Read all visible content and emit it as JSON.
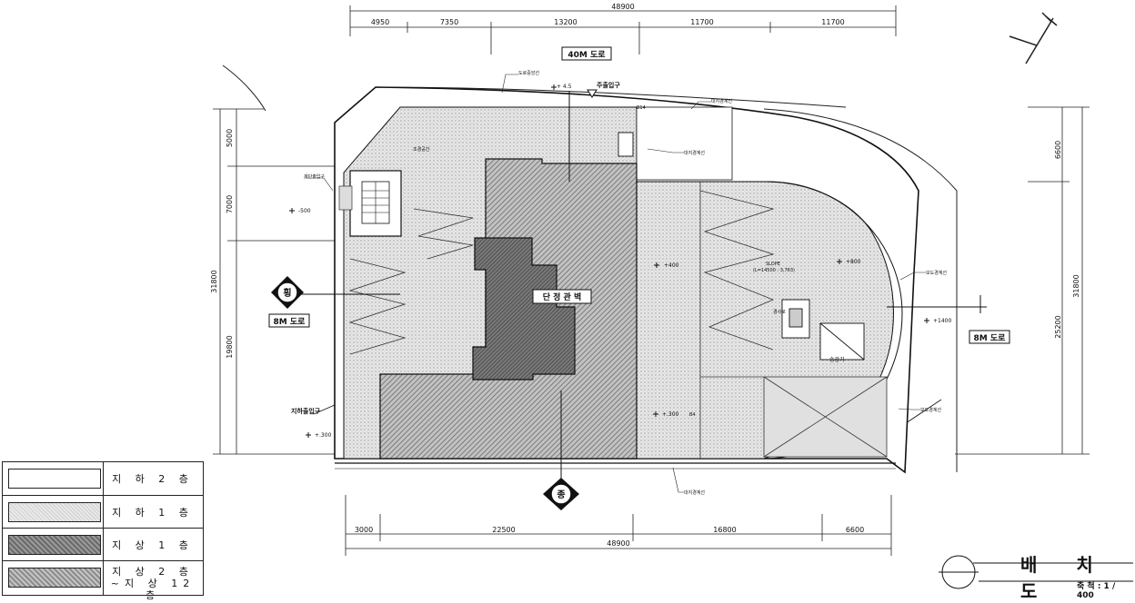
{
  "dimensions": {
    "top_total": "48900",
    "top_segments": [
      "4950",
      "7350",
      "13200",
      "11700",
      "11700"
    ],
    "bottom_total": "48900",
    "bottom_segments": [
      "3000",
      "22500",
      "16800",
      "6600"
    ],
    "left_total": "31800",
    "left_segments": [
      "5000",
      "7000",
      "19800"
    ],
    "right_total": "31800",
    "right_segments": [
      "6600",
      "25200"
    ]
  },
  "roads": {
    "top": "40M 도로",
    "left": "8M 도로",
    "right": "8M 도로"
  },
  "building_label": "단 정 관 벽",
  "entrances": {
    "side_label": "지하출입구",
    "top_label": "주출입구",
    "side_circle": "횡",
    "bottom_circle": "종"
  },
  "elevations": {
    "top": "+ 4.5",
    "left_stair": "-500",
    "left_bottom": "+.300",
    "center_upper": "+400",
    "center_lower": "+.300",
    "right_upper": "+800",
    "right_mid": "+1400",
    "slope_label": "SLOPE",
    "slope_formula": "(L=14500 : 3,763)"
  },
  "annotations": {
    "top_left": "도로중앙선",
    "top_mid": "대지경계선",
    "top_right": "대지경계선",
    "right_upper": "보도경계선",
    "right_lower": "보도경계선",
    "bottom": "대지경계선",
    "left_stair": "계단출입구",
    "top_room": "조경공간",
    "ramp": "경사로",
    "lift": "승강기",
    "mark_a": "B14",
    "mark_b": "B4"
  },
  "legend": [
    {
      "label": "지 하 2 층",
      "fill": "white"
    },
    {
      "label": "지 하 1 층",
      "fill": "light-dotted"
    },
    {
      "label": "지 상 1 층",
      "fill": "dark-hatched"
    },
    {
      "label": "지 상 2 층\n~지 상 12 층",
      "fill": "medium-hatched"
    }
  ],
  "title": {
    "main": "배 치 도",
    "scale": "축 척 : 1 / 400"
  },
  "colors": {
    "line": "#111111",
    "basement1_fill": "#dcdcdc",
    "ground_fill": "#6e6e6e",
    "tower_fill": "#a9a9a9"
  }
}
